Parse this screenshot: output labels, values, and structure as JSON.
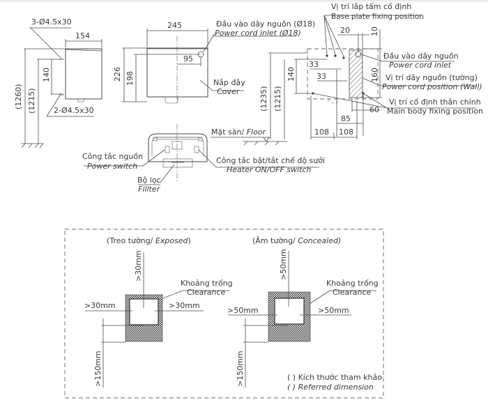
{
  "side_view": {
    "screw_top": "3-Ø4.5x30",
    "screw_bottom": "2-Ø4.5x30",
    "depth": "154",
    "height_total": "(1260)",
    "height_screw": "(1215)",
    "screw_spacing": "140"
  },
  "front_view": {
    "width": "245",
    "height_outer": "226",
    "height_inner": "198",
    "inlet_offset": "95",
    "power_inlet_vi": "Đầu vào dây nguồn (Ø18)",
    "power_inlet_en": "Power cord inlet (Ø18)",
    "cover_vi": "Nắp đậy",
    "cover_en": "Cover"
  },
  "bottom_view": {
    "floor_label_vi": "Mặt sàn/ ",
    "floor_label_en": "Floor",
    "power_switch_vi": "Công tắc nguồn",
    "power_switch_en": "Power switch",
    "heater_switch_vi": "Công tắc bật/tắt chế độ sưởi",
    "heater_switch_en": "Heater ON/OFF switch",
    "filter_vi": "Bộ lọc",
    "filter_en": "Fillter"
  },
  "back_view": {
    "base_plate_vi": "Vị trí lắp tấm cố định",
    "base_plate_en": "Base plate fixing position",
    "dim_20": "20",
    "dim_10": "10",
    "dim_33a": "33",
    "dim_33b": "33",
    "dim_160": "160",
    "dim_140": "140",
    "dim_1235": "(1235)",
    "dim_1215": "(1215)",
    "dim_60": "60",
    "dim_85": "85",
    "dim_108a": "108",
    "dim_108b": "108",
    "cord_inlet_vi": "Đầu vào dây nguồn",
    "cord_inlet_en": "Power cord inlet",
    "cord_wall_vi": "Vị trí dây nguồn (tường)",
    "cord_wall_en": "Power cord position (Wall)",
    "main_body_vi": "Vị trí cố định thân chính",
    "main_body_en": "Main body fixing position"
  },
  "clearance": {
    "exposed_title_vi": "(Treo tường/ ",
    "exposed_title_en": "Exposed",
    "exposed_close": ")",
    "exposed_top": ">30mm",
    "exposed_left": ">30mm",
    "exposed_right": ">30mm",
    "exposed_bottom": ">150mm",
    "concealed_title_vi": "(Âm tường/ ",
    "concealed_title_en": "Concealed)",
    "concealed_top": ">50mm",
    "concealed_left": ">50mm",
    "concealed_right": ">50mm",
    "concealed_bottom": ">150mm",
    "clearance_vi": "Khoảng trống",
    "clearance_en": "Clearance",
    "note_vi": "( ) Kích thước tham khảo",
    "note_en": "( ) Referred dimension"
  }
}
